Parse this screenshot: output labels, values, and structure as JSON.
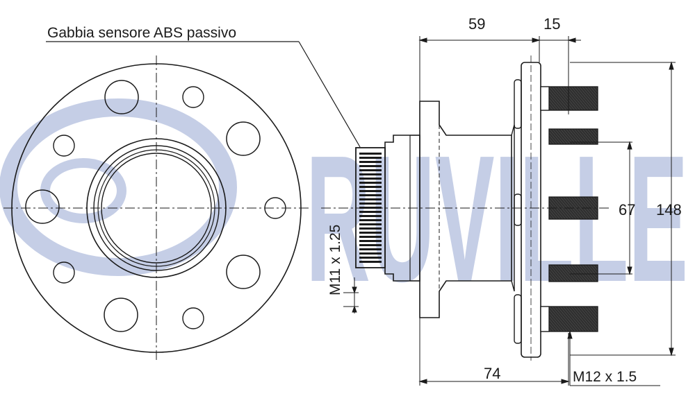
{
  "watermark": {
    "text": "RUVILLE",
    "color": "#c5cee6"
  },
  "labels": {
    "abs_sensor": "Gabbia sensore ABS passivo",
    "thread_inner": "M11 x 1.25",
    "thread_stud": "M12 x 1.5"
  },
  "dimensions": {
    "width_59": "59",
    "width_15": "15",
    "width_74": "74",
    "stud_pcd_67": "67",
    "flange_dia_148": "148"
  },
  "colors": {
    "ink": "#1a1a1a",
    "fill_grey": "#2e2e2e",
    "watermark": "#c5cee6"
  }
}
